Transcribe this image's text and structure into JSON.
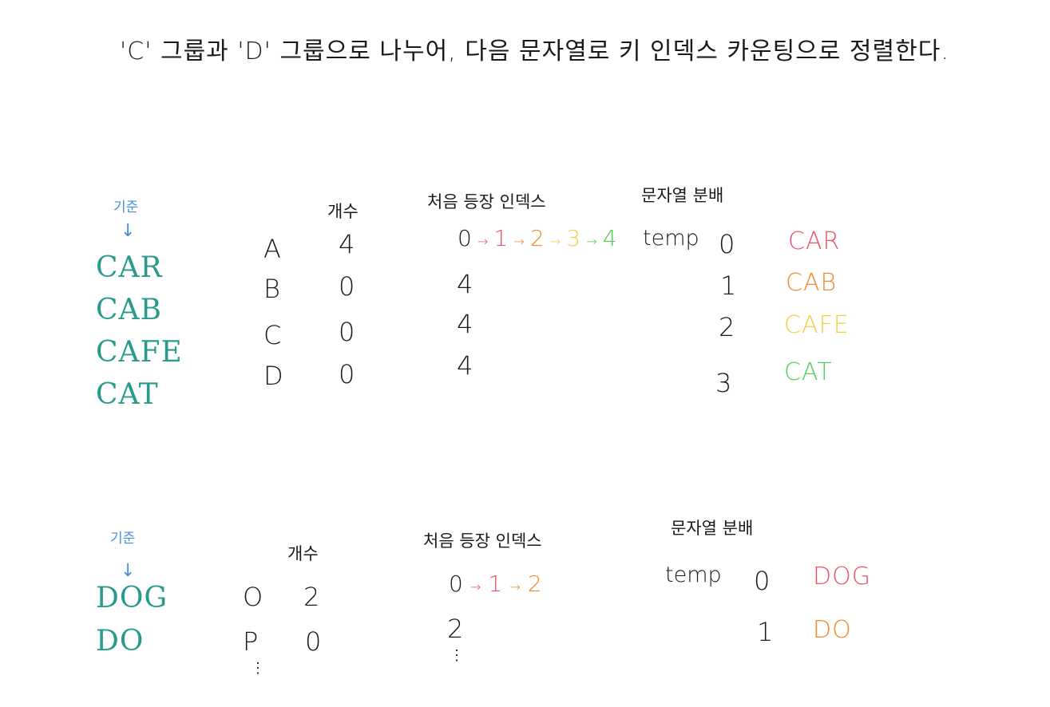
{
  "title": "'C' 그룹과 'D' 그룹으로 나누어, 다음 문자열로 키 인덱스 카운팅으로 정렬한다.",
  "colors": {
    "words": "#2a9a8c",
    "basis": "#4a8fd6",
    "red": "#e8536a",
    "orange": "#f28a2e",
    "yellow": "#f2cf45",
    "green": "#55cc55"
  },
  "group_c": {
    "basis_label": "기준",
    "basis_arrow": "↓",
    "words": [
      "CAR",
      "CAB",
      "CAFE",
      "CAT"
    ],
    "count_header": "개수",
    "first_index_header": "처음 등장 인덱스",
    "distribution_header": "문자열 분배",
    "letters": [
      "A",
      "B",
      "C",
      "D"
    ],
    "counts": [
      "4",
      "0",
      "0",
      "0"
    ],
    "first_index_sequence": [
      "0",
      "→",
      "1",
      "→",
      "2",
      "→",
      "3",
      "→",
      "4"
    ],
    "first_index_others": [
      "4",
      "4",
      "4"
    ],
    "temp_label": "temp",
    "temp_indices": [
      "0",
      "1",
      "2",
      "3"
    ],
    "distribution": [
      "CAR",
      "CAB",
      "CAFE",
      "CAT"
    ]
  },
  "group_d": {
    "basis_label": "기준",
    "basis_arrow": "↓",
    "words": [
      "DOG",
      "DO"
    ],
    "count_header": "개수",
    "first_index_header": "처음 등장 인덱스",
    "distribution_header": "문자열 분배",
    "letters": [
      "O",
      "P"
    ],
    "counts": [
      "2",
      "0"
    ],
    "first_index_sequence": [
      "0",
      "→",
      "1",
      "→",
      "2"
    ],
    "first_index_others": [
      "2"
    ],
    "temp_label": "temp",
    "temp_indices": [
      "0",
      "1"
    ],
    "distribution": [
      "DOG",
      "DO"
    ],
    "ellipsis": "⋮"
  }
}
